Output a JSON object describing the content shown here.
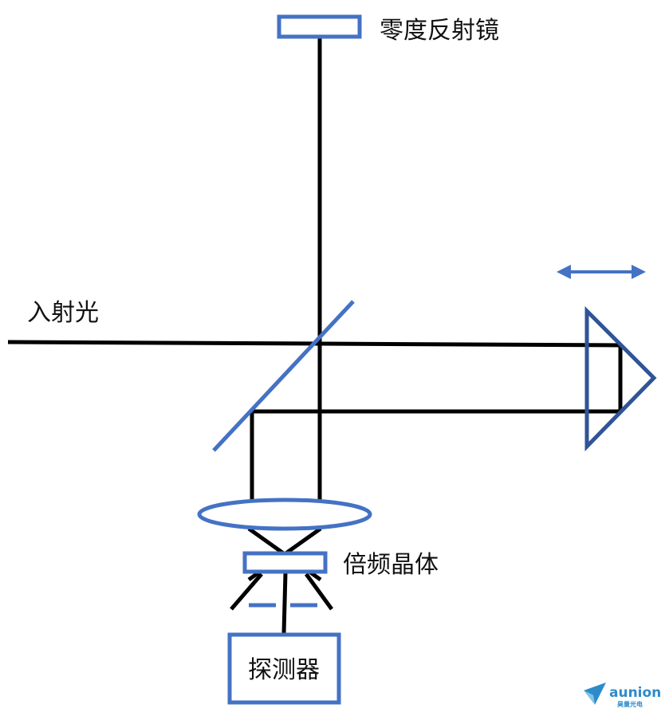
{
  "labels": {
    "mirror": "零度反射镜",
    "incident": "入射光",
    "crystal": "倍频晶体",
    "detector": "探测器"
  },
  "logo": {
    "brand": "aunion",
    "sub": "昊量光电"
  },
  "colors": {
    "beam": "#000000",
    "optic": "#4472c4",
    "prism": "#2f5597",
    "logo": "#2e8bc9"
  },
  "icons": {
    "motion": "double-arrow-icon",
    "logo": "paper-plane-icon"
  }
}
